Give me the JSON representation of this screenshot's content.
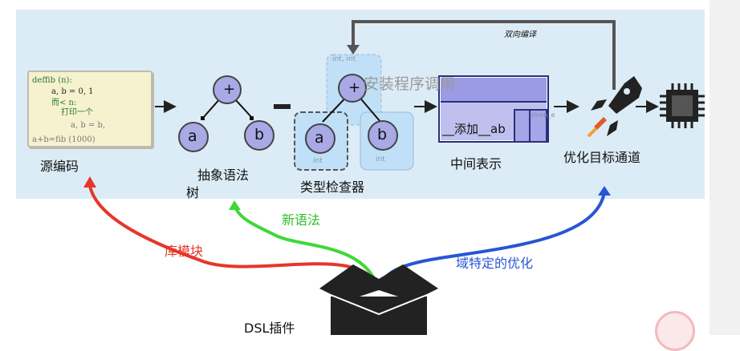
{
  "labels": {
    "source": "源编码",
    "ast_line1": "抽象语法",
    "ast_line2": "树",
    "type_checker": "类型检查器",
    "ir": "中间表示",
    "pipeline": "优化目标通道",
    "dual_compile": "双向编译",
    "overlay": "安装程序调用",
    "dsl": "DSL插件",
    "library": "库模块",
    "syntax": "新语法",
    "optimization": "域特定的优化"
  },
  "code": {
    "line1": "deffib (n):",
    "line2": "a, b = 0, 1",
    "line3": "而< n:",
    "line4": "打印一个",
    "line5": "a,  b = b,",
    "line6": "a+b=fib (1000)"
  },
  "tree": {
    "op": "+",
    "left": "a",
    "right": "b"
  },
  "types": {
    "int_int": "int, int",
    "int": "int",
    "binop": "binop_e"
  },
  "ir": {
    "text": "__添加__ab"
  },
  "icons": [
    "rocket-icon",
    "chip-icon",
    "box-icon"
  ],
  "colors": {
    "library": "#e8352a",
    "syntax": "#3ed83a",
    "optimization": "#2756d4",
    "panel": "#dcecf6"
  }
}
